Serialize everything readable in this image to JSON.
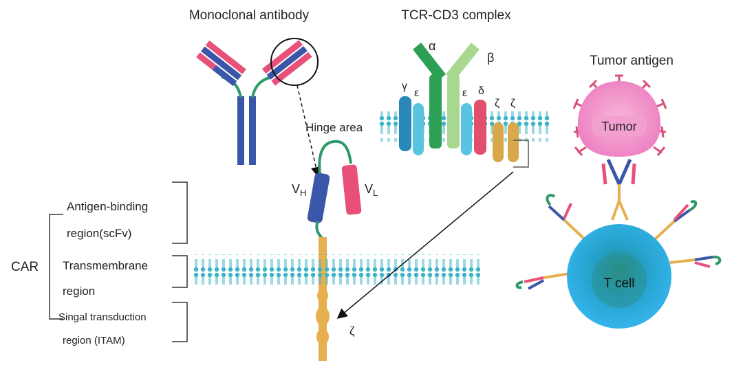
{
  "titles": {
    "monoclonal": "Monoclonal antibody",
    "tcr": "TCR-CD3 complex",
    "tumor_antigen": "Tumor antigen"
  },
  "labels": {
    "hinge": "Hinge area",
    "vh_main": "V",
    "vh_sub": "H",
    "vl_main": "V",
    "vl_sub": "L",
    "zeta": "ζ",
    "car": "CAR",
    "antigen_binding_1": "Antigen-binding",
    "antigen_binding_2": "region(scFv)",
    "transmembrane_1": "Transmembrane",
    "transmembrane_2": "region",
    "signal_1": "Singal transduction",
    "signal_2": "region (ITAM)",
    "tumor": "Tumor",
    "tcell": "T cell"
  },
  "tcr_labels": {
    "alpha": "α",
    "beta": "β",
    "gamma": "γ",
    "epsilon_left": "ε",
    "epsilon_right": "ε",
    "delta": "δ",
    "zeta_1": "ζ",
    "zeta_2": "ζ"
  },
  "colors": {
    "blue": "#3a56a8",
    "pink": "#e8507a",
    "green_linker": "#2e9a6a",
    "orange": "#e6b050",
    "membrane": "#3bb3c8",
    "tumor": "#f08ac8",
    "tcell": "#2aa8e0"
  }
}
